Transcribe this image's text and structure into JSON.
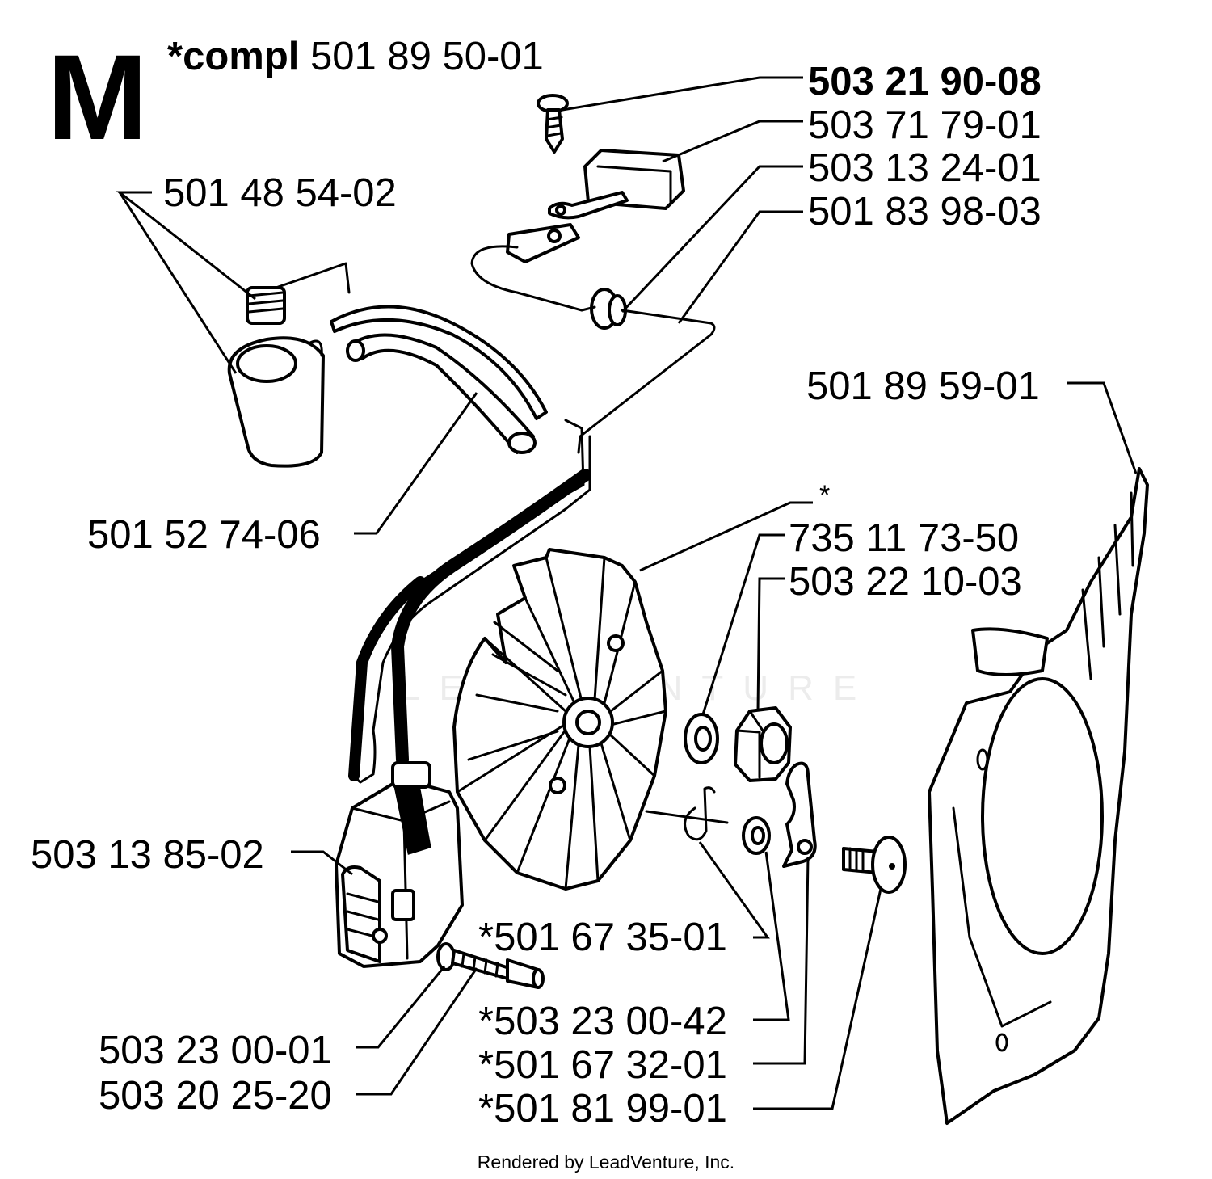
{
  "diagram": {
    "section_letter": "M",
    "kit": {
      "prefix": "*compl",
      "number": "501 89 50-01"
    },
    "watermark": "LEADVENTURE",
    "labels": [
      {
        "id": "p01",
        "text": "503 21 90-08",
        "bold": true
      },
      {
        "id": "p02",
        "text": "503 71 79-01"
      },
      {
        "id": "p03",
        "text": "503 13 24-01"
      },
      {
        "id": "p04",
        "text": "501 83 98-03"
      },
      {
        "id": "p05",
        "text": "501 48 54-02"
      },
      {
        "id": "p06",
        "text": "501 89 59-01"
      },
      {
        "id": "p07",
        "text": "501 52 74-06"
      },
      {
        "id": "p08",
        "text": "*"
      },
      {
        "id": "p09",
        "text": "735 11 73-50"
      },
      {
        "id": "p10",
        "text": "503 22 10-03"
      },
      {
        "id": "p11",
        "text": "503 13 85-02"
      },
      {
        "id": "p12",
        "text": "*501 67 35-01"
      },
      {
        "id": "p13",
        "text": "*503 23 00-42"
      },
      {
        "id": "p14",
        "text": "*501 67 32-01"
      },
      {
        "id": "p15",
        "text": "*501 81 99-01"
      },
      {
        "id": "p16",
        "text": "503 23 00-01"
      },
      {
        "id": "p17",
        "text": "503 20 25-20"
      }
    ]
  },
  "footer": {
    "credit": "Rendered by LeadVenture, Inc."
  }
}
